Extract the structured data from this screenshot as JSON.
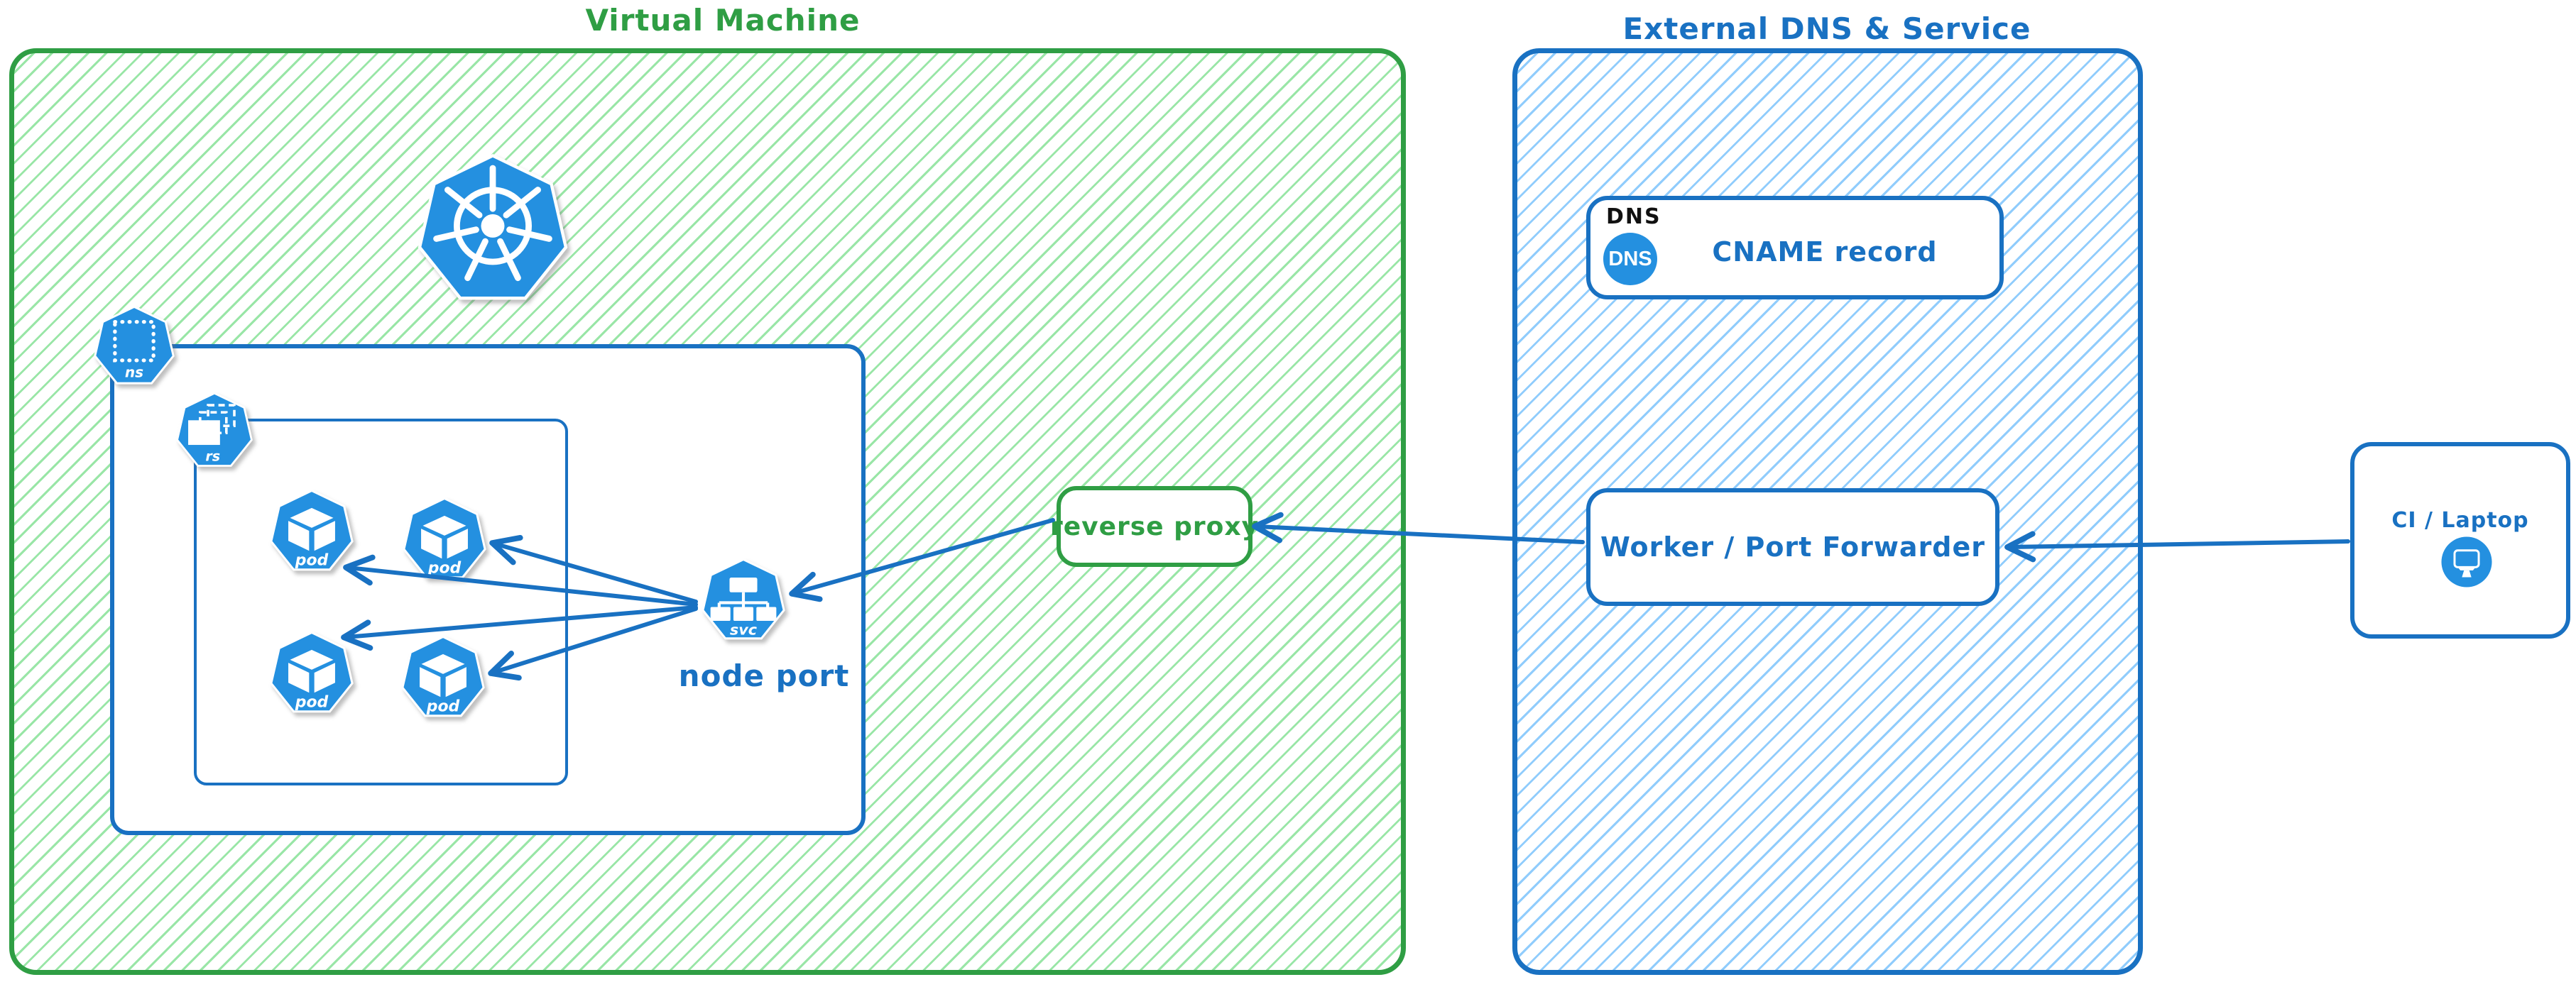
{
  "colors": {
    "green_stroke": "#2f9e44",
    "green_hatch": "#77de89",
    "blue_stroke": "#1971c2",
    "blue_hatch": "#74c0fc",
    "icon_blue": "#2490e0",
    "label_black": "#111111",
    "white": "#ffffff"
  },
  "vm_group": {
    "title": "Virtual Machine"
  },
  "ext_group": {
    "title": "External DNS & Service"
  },
  "k8s": {
    "ns_label": "ns",
    "rs_label": "rs",
    "pod_label": "pod",
    "svc_label": "svc",
    "node_port_label": "node port"
  },
  "reverse_proxy": {
    "label": "reverse proxy"
  },
  "dns": {
    "tag": "DNS",
    "icon_text": "DNS",
    "record_label": "CNAME record"
  },
  "worker": {
    "label": "Worker / Port Forwarder"
  },
  "ci": {
    "label": "CI / Laptop"
  },
  "edges": [
    {
      "from": "node-port-svc",
      "to": "pod-1"
    },
    {
      "from": "node-port-svc",
      "to": "pod-2"
    },
    {
      "from": "node-port-svc",
      "to": "pod-3"
    },
    {
      "from": "node-port-svc",
      "to": "pod-4"
    },
    {
      "from": "reverse-proxy",
      "to": "node-port-svc"
    },
    {
      "from": "worker-port-forwarder",
      "to": "reverse-proxy"
    },
    {
      "from": "ci-laptop",
      "to": "worker-port-forwarder"
    }
  ]
}
